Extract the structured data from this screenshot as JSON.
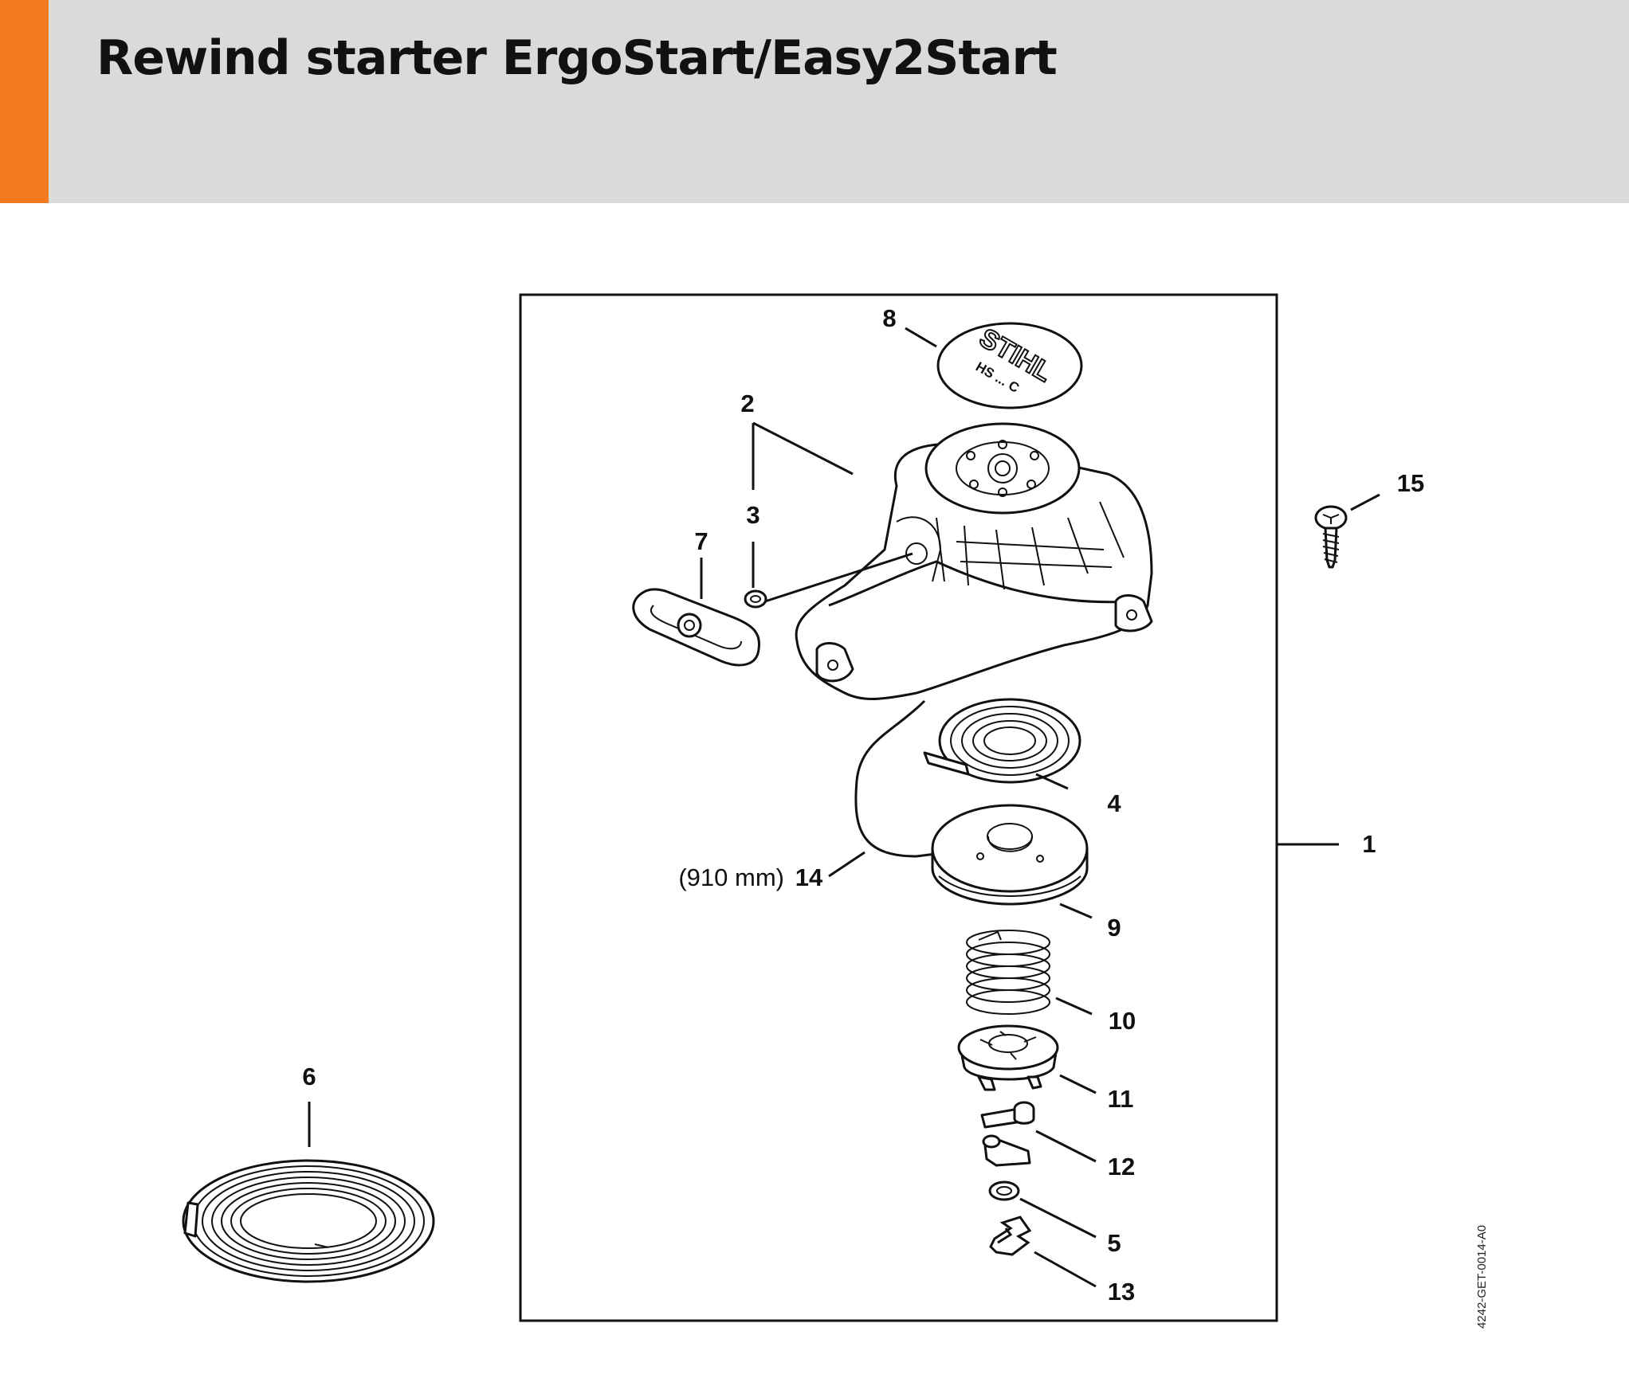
{
  "header": {
    "title": "Rewind starter ErgoStart/Easy2Start",
    "accent_color": "#f37a1f",
    "band_color": "#dadbd9"
  },
  "diagram": {
    "callouts": [
      "1",
      "2",
      "3",
      "4",
      "5",
      "6",
      "7",
      "8",
      "9",
      "10",
      "11",
      "12",
      "13",
      "14",
      "15"
    ],
    "rope_length_note": "(910 mm)",
    "image_code": "4242-GET-0014-A0",
    "logo": {
      "brand": "STIHL",
      "model": "HS ... C"
    }
  }
}
